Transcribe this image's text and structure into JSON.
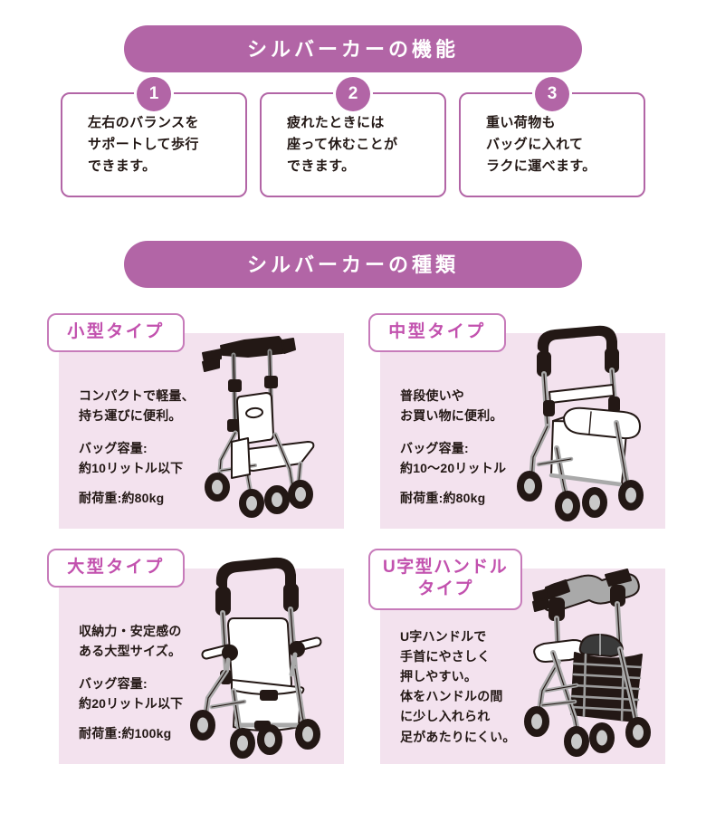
{
  "sections": {
    "functions": {
      "heading": "シルバーカーの機能",
      "items": [
        {
          "number": "1",
          "lines": [
            "左右のバランスを",
            "サポートして歩行",
            "できます。"
          ]
        },
        {
          "number": "2",
          "lines": [
            "疲れたときには",
            "座って休むことが",
            "できます。"
          ]
        },
        {
          "number": "3",
          "lines": [
            "重い荷物も",
            "バッグに入れて",
            "ラクに運べます。"
          ]
        }
      ]
    },
    "types": {
      "heading": "シルバーカーの種類",
      "items": [
        {
          "label": "小型タイプ",
          "label_lines": [
            "小型タイプ"
          ],
          "blurb": [
            "コンパクトで軽量、",
            "持ち運びに便利。"
          ],
          "capacity": [
            "バッグ容量:",
            "約10リットル以下"
          ],
          "load": "耐荷重:約80kg",
          "illustration": "small-walker-illustration"
        },
        {
          "label": "中型タイプ",
          "label_lines": [
            "中型タイプ"
          ],
          "blurb": [
            "普段使いや",
            "お買い物に便利。"
          ],
          "capacity": [
            "バッグ容量:",
            "約10〜20リットル"
          ],
          "load": "耐荷重:約80kg",
          "illustration": "medium-walker-illustration"
        },
        {
          "label": "大型タイプ",
          "label_lines": [
            "大型タイプ"
          ],
          "blurb": [
            "収納力・安定感の",
            "ある大型サイズ。"
          ],
          "capacity": [
            "バッグ容量:",
            "約20リットル以下"
          ],
          "load": "耐荷重:約100kg",
          "illustration": "large-walker-illustration"
        },
        {
          "label": "U字型ハンドルタイプ",
          "label_lines": [
            "U字型ハンドル",
            "タイプ"
          ],
          "blurb": [
            "U字ハンドルで",
            "手首にやさしく",
            "押しやすい。",
            "体をハンドルの間",
            "に少し入れられ",
            "足があたりにくい。"
          ],
          "capacity": [],
          "load": "",
          "illustration": "u-handle-walker-illustration"
        }
      ]
    }
  },
  "colors": {
    "accent": "#b265a6",
    "label_text": "#c251ae",
    "label_border": "#c77bba",
    "card_bg": "#f3e2ee",
    "body_text": "#231815",
    "white": "#ffffff"
  }
}
